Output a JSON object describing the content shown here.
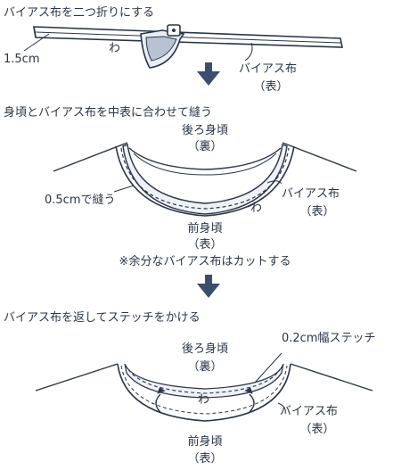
{
  "step1": {
    "heading": "バイアス布を二つ折りにする",
    "label_width": "1.5cm",
    "label_wa": "わ",
    "label_bias": "バイアス布",
    "label_bias_side": "（表）",
    "icon": "iron-icon"
  },
  "step2": {
    "heading": "身頃とバイアス布を中表に合わせて縫う",
    "label_back": "後ろ身頃",
    "label_back_side": "（裏）",
    "label_seam": "0.5cmで縫う",
    "label_bias": "バイアス布",
    "label_bias_side": "（表）",
    "label_wa": "わ",
    "label_front": "前身頃",
    "label_front_side": "（表）",
    "note": "※余分なバイアス布はカットする"
  },
  "step3": {
    "heading": "バイアス布を返してステッチをかける",
    "label_back": "後ろ身頃",
    "label_back_side": "（裏）",
    "label_stitch": "0.2cm幅ステッチ",
    "label_wa": "わ",
    "label_bias": "バイアス布",
    "label_bias_side": "（表）",
    "label_front": "前身頃",
    "label_front_side": "（表）"
  },
  "colors": {
    "line": "#2a3447",
    "arrow": "#3b4e6e",
    "cloth": "#eef1f6"
  }
}
